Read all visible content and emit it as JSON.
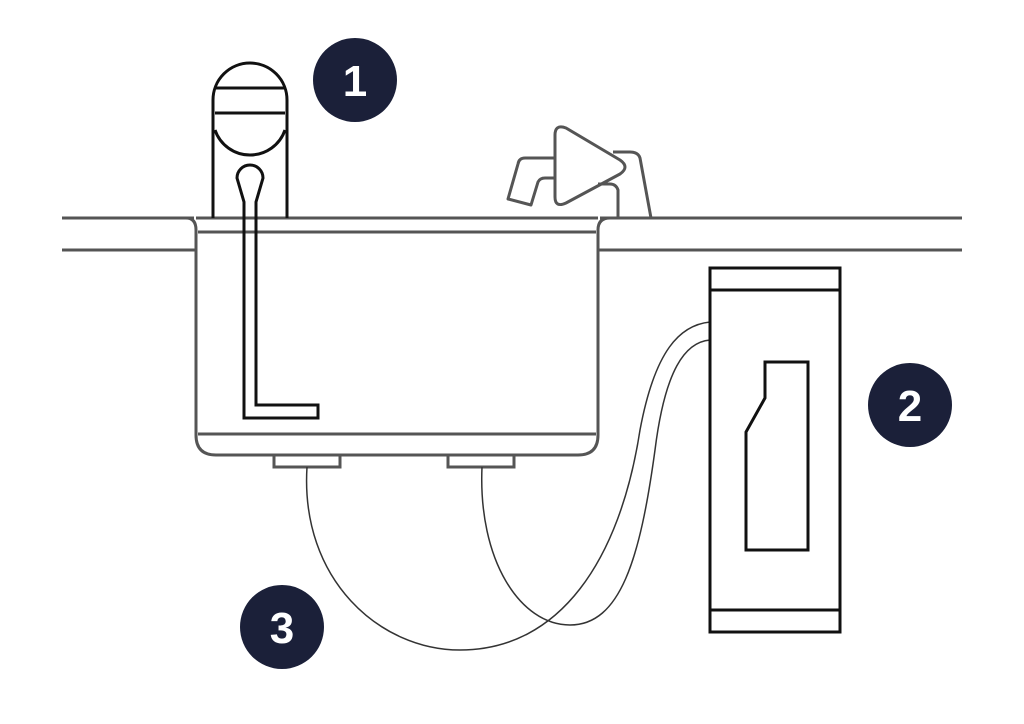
{
  "colors": {
    "badge": "#1b2039",
    "badge_text": "#ffffff",
    "outline_grey": "#555555",
    "outline_dark": "#111111"
  },
  "badges": [
    {
      "label": "1",
      "refers_to": "tap"
    },
    {
      "label": "2",
      "refers_to": "boiler-tank"
    },
    {
      "label": "3",
      "refers_to": "hoses"
    }
  ]
}
